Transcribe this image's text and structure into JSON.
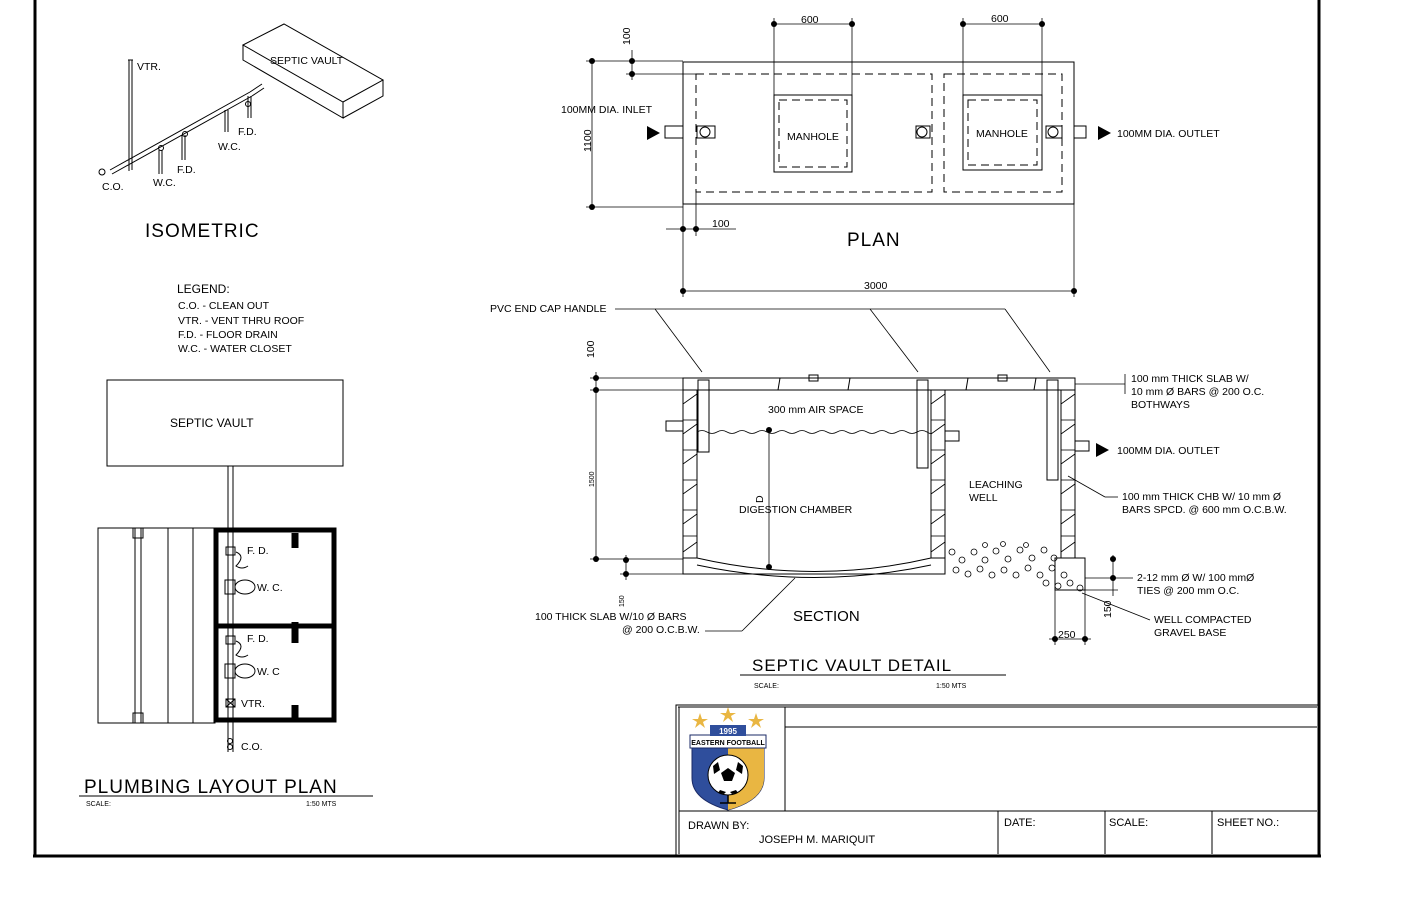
{
  "isometric": {
    "title": "ISOMETRIC",
    "septic_vault": "SEPTIC VAULT",
    "vtr": "VTR.",
    "fd1": "F.D.",
    "wc1": "W.C.",
    "fd2": "F.D.",
    "wc2": "W.C.",
    "co": "C.O."
  },
  "legend": {
    "heading": "LEGEND:",
    "items": [
      "C.O. -    CLEAN OUT",
      "VTR. -  VENT THRU ROOF",
      "F.D.  - FLOOR DRAIN",
      "W.C. - WATER CLOSET"
    ]
  },
  "plumbing_layout": {
    "septic_vault": "SEPTIC VAULT",
    "fd1": "F. D.",
    "wc1": "W. C.",
    "fd2": "F. D.",
    "wc2": "W. C",
    "vtr": "VTR.",
    "co": "C.O.",
    "title": "PLUMBING LAYOUT PLAN",
    "scale_label": "SCALE:",
    "scale_value": "1:50 MTS"
  },
  "plan": {
    "title": "PLAN",
    "dim_600_a": "600",
    "dim_600_b": "600",
    "dim_100_top": "100",
    "dim_1100": "1100",
    "dim_100_bottom": "100",
    "dim_3000": "3000",
    "inlet": "100MM DIA. INLET",
    "outlet": "100MM DIA. OUTLET",
    "manhole_1": "MANHOLE",
    "manhole_2": "MANHOLE"
  },
  "section": {
    "title": "SECTION",
    "pvc_cap": "PVC END CAP HANDLE",
    "dim_100": "100",
    "dim_1500": "1500",
    "air_space": "300 mm AIR SPACE",
    "digestion": "DIGESTION CHAMBER",
    "d_label": "D",
    "leaching_1": "LEACHING",
    "leaching_2": "WELL",
    "slab_top_1": "100 mm THICK SLAB W/",
    "slab_top_2": "10 mm Ø BARS @ 200 O.C.",
    "slab_top_3": "BOTHWAYS",
    "outlet": "100MM DIA. OUTLET",
    "chb_1": "100 mm THICK CHB W/ 10 mm  Ø",
    "chb_2": "BARS SPCD. @ 600 mm O.C.B.W.",
    "ties_1": "2-12 mm Ø W/ 100 mmØ",
    "ties_2": "TIES @ 200 mm O.C.",
    "gravel_1": "WELL COMPACTED",
    "gravel_2": "GRAVEL BASE",
    "dim_150_right": "150",
    "dim_250": "250",
    "dim_150_left": "150",
    "slab_bot_1": "100 THICK SLAB W/10  Ø BARS",
    "slab_bot_2": "@ 200 O.C.B.W."
  },
  "detail": {
    "title": "SEPTIC VAULT DETAIL",
    "scale_label": "SCALE:",
    "scale_value": "1:50 MTS"
  },
  "title_block": {
    "logo_year": "1995",
    "logo_name": "EASTERN FOOTBALL",
    "drawn_by_label": "DRAWN BY:",
    "drawn_by_name": "JOSEPH M. MARIQUIT",
    "date_label": "DATE:",
    "scale_label": "SCALE:",
    "sheet_label": "SHEET NO.:"
  },
  "colors": {
    "logo_blue": "#2f4e9c",
    "logo_gold": "#e9b642",
    "ink": "#000000"
  }
}
